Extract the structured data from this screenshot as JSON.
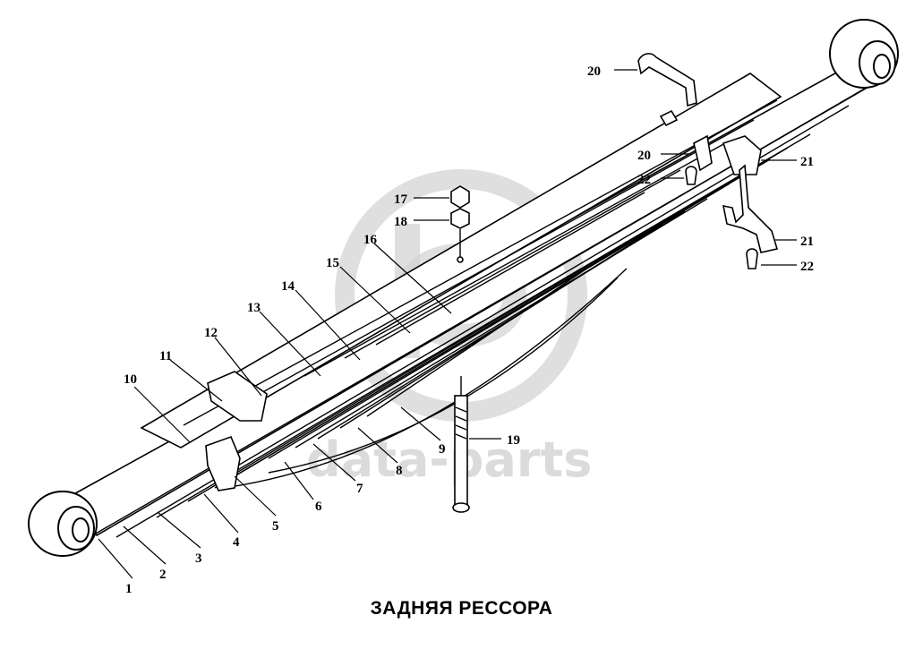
{
  "caption": "ЗАДНЯЯ РЕССОРА",
  "watermark": "data-parts",
  "callouts": [
    "1",
    "2",
    "3",
    "4",
    "5",
    "6",
    "7",
    "8",
    "9",
    "10",
    "11",
    "12",
    "13",
    "14",
    "15",
    "16",
    "17",
    "18",
    "19",
    "20",
    "20",
    "21",
    "21",
    "22",
    "22"
  ],
  "colors": {
    "ink": "#000000",
    "paper": "#ffffff",
    "watermark": "#cfcfcf"
  }
}
